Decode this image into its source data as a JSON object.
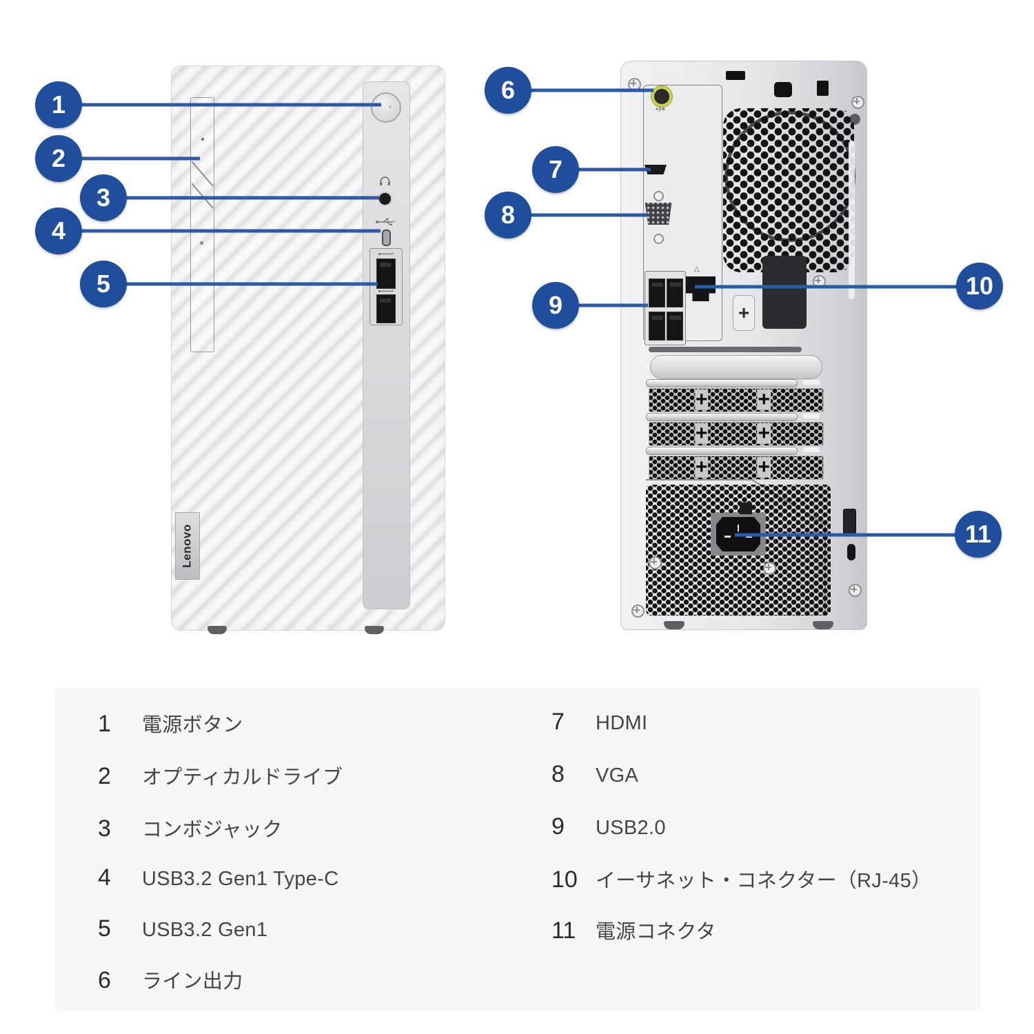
{
  "brand": "Lenovo",
  "colors": {
    "callout_circle": "#1f4e9d",
    "callout_line": "#2b5ba7",
    "legend_background": "#f6f6f7",
    "line_out_jack": "#c6d24c"
  },
  "icons": {
    "front_combo_jack": "headphone-icon",
    "front_usb": "usb-icon",
    "back_line_out": "line-out-icon",
    "back_ethernet": "ethernet-triangle-icon"
  },
  "legend": {
    "items": [
      {
        "number": "1",
        "label": "電源ボタン"
      },
      {
        "number": "2",
        "label": "オプティカルドライブ"
      },
      {
        "number": "3",
        "label": "コンボジャック"
      },
      {
        "number": "4",
        "label": "USB3.2 Gen1 Type-C"
      },
      {
        "number": "5",
        "label": "USB3.2 Gen1"
      },
      {
        "number": "6",
        "label": "ライン出力"
      },
      {
        "number": "7",
        "label": "HDMI"
      },
      {
        "number": "8",
        "label": "VGA"
      },
      {
        "number": "9",
        "label": "USB2.0"
      },
      {
        "number": "10",
        "label": "イーサネット・コネクター（RJ-45）"
      },
      {
        "number": "11",
        "label": "電源コネクタ"
      }
    ]
  }
}
